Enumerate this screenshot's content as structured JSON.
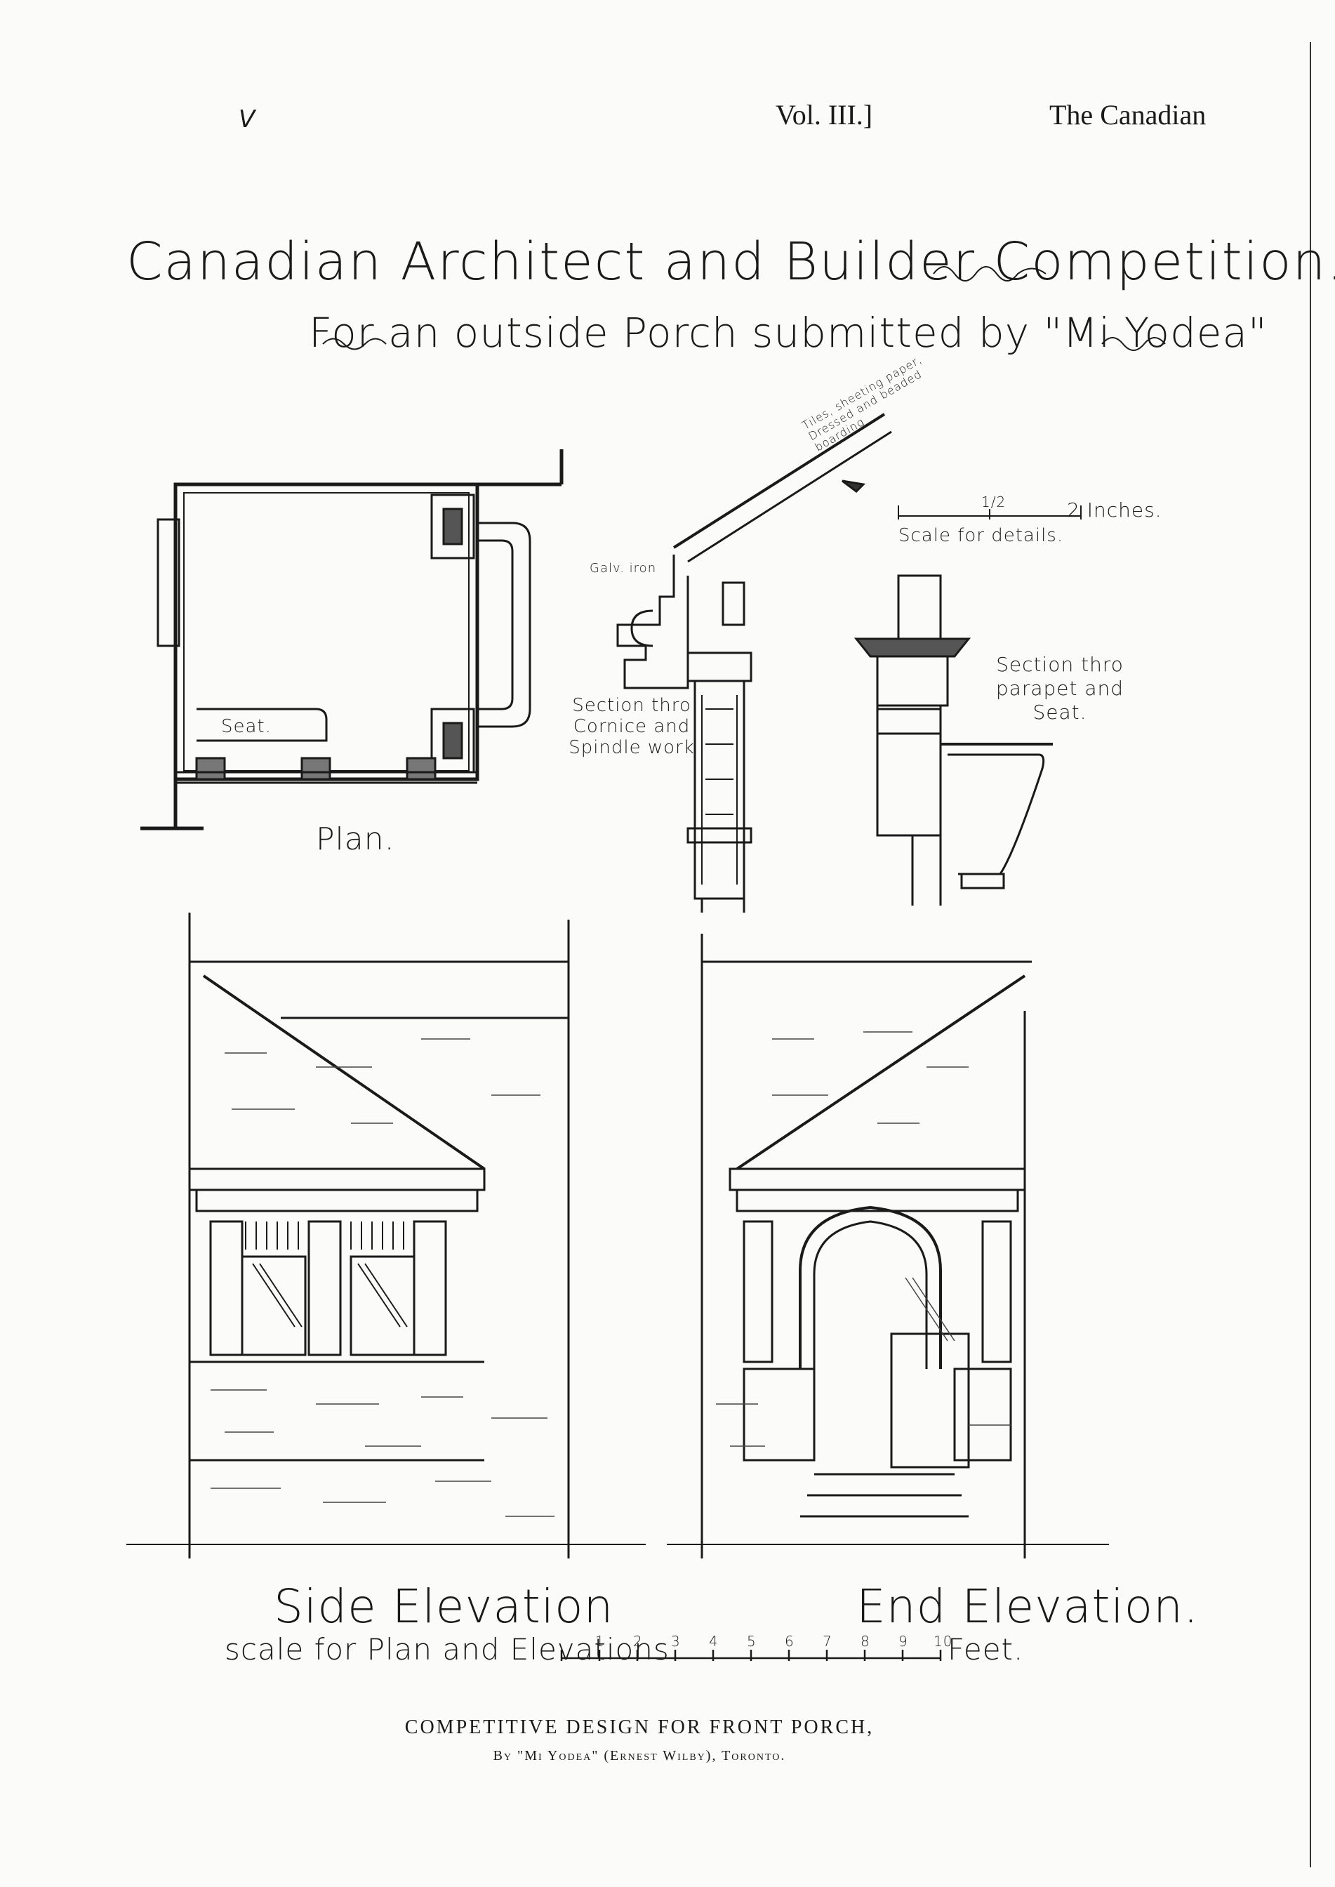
{
  "header": {
    "handwritten_mark": "V",
    "volume": "Vol. III.]",
    "journal": "The Canadian"
  },
  "title": {
    "line1": "Canadian Architect and Builder Competition.",
    "line2": "For an outside Porch submitted by \"Mi Yodea\""
  },
  "labels": {
    "plan": "Plan.",
    "seat": "Seat.",
    "section_cornice": "Section thro Cornice and Spindle work",
    "galv_iron": "Galv. iron",
    "roof_note": "Tiles, sheeting paper, Dressed and beaded boarding",
    "scale_details": "Scale for details.",
    "scale_half": "1/2",
    "scale_inches": "2 Inches.",
    "section_parapet": "Section thro parapet and Seat.",
    "side_elevation": "Side Elevation",
    "end_elevation": "End Elevation.",
    "scale_plan": "scale for Plan and Elevations",
    "feet": "Feet."
  },
  "scale_bar": {
    "ticks": [
      "1",
      "2",
      "3",
      "4",
      "5",
      "6",
      "7",
      "8",
      "9",
      "10"
    ]
  },
  "caption": {
    "line1": "COMPETITIVE DESIGN FOR FRONT PORCH,",
    "line2": "By \"Mi Yodea\" (Ernest Wilby), Toronto."
  }
}
